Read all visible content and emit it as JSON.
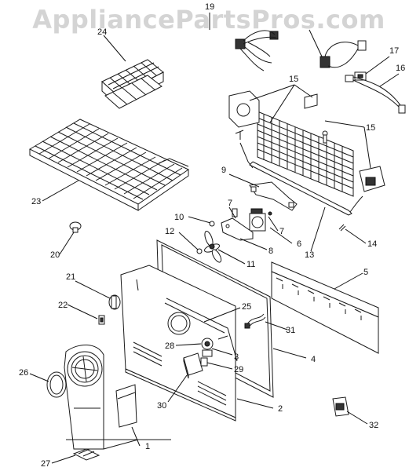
{
  "watermark": "AppliancePartsPros.com",
  "callouts": [
    {
      "id": "1",
      "label": "1"
    },
    {
      "id": "2",
      "label": "2"
    },
    {
      "id": "3",
      "label": "3"
    },
    {
      "id": "4",
      "label": "4"
    },
    {
      "id": "5",
      "label": "5"
    },
    {
      "id": "6",
      "label": "6"
    },
    {
      "id": "7a",
      "label": "7"
    },
    {
      "id": "7b",
      "label": "7"
    },
    {
      "id": "8",
      "label": "8"
    },
    {
      "id": "9",
      "label": "9"
    },
    {
      "id": "10",
      "label": "10"
    },
    {
      "id": "11",
      "label": "11"
    },
    {
      "id": "12",
      "label": "12"
    },
    {
      "id": "13",
      "label": "13"
    },
    {
      "id": "14",
      "label": "14"
    },
    {
      "id": "15a",
      "label": "15"
    },
    {
      "id": "15b",
      "label": "15"
    },
    {
      "id": "16",
      "label": "16"
    },
    {
      "id": "17",
      "label": "17"
    },
    {
      "id": "19",
      "label": "19"
    },
    {
      "id": "20",
      "label": "20"
    },
    {
      "id": "21",
      "label": "21"
    },
    {
      "id": "22",
      "label": "22"
    },
    {
      "id": "23",
      "label": "23"
    },
    {
      "id": "24",
      "label": "24"
    },
    {
      "id": "25",
      "label": "25"
    },
    {
      "id": "26",
      "label": "26"
    },
    {
      "id": "27",
      "label": "27"
    },
    {
      "id": "28",
      "label": "28"
    },
    {
      "id": "29",
      "label": "29"
    },
    {
      "id": "30",
      "label": "30"
    },
    {
      "id": "31",
      "label": "31"
    },
    {
      "id": "32",
      "label": "32"
    }
  ]
}
